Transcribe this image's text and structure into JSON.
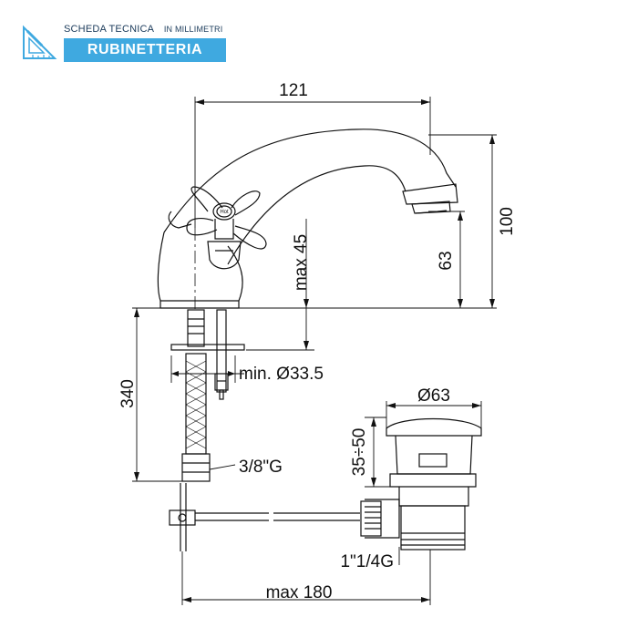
{
  "header": {
    "title": "SCHEDA TECNICA",
    "subtitle": "IN MILLIMETRI",
    "badge": "RUBINETTERIA"
  },
  "icons": {
    "logo": "ruler-pencil-icon"
  },
  "colors": {
    "accent": "#3fa9e0",
    "line": "#111111"
  },
  "dimensions": {
    "width_spout": "121",
    "height_total": "100",
    "height_outlet": "63",
    "max_45": "max 45",
    "min_hole": "min. Ø33.5",
    "hose_length": "340",
    "connection": "3/8\"G",
    "drain_diameter": "Ø63",
    "drain_range": "35÷50",
    "drain_thread": "1\"1/4G",
    "max_180": "max 180"
  },
  "handle_label": "Hot"
}
